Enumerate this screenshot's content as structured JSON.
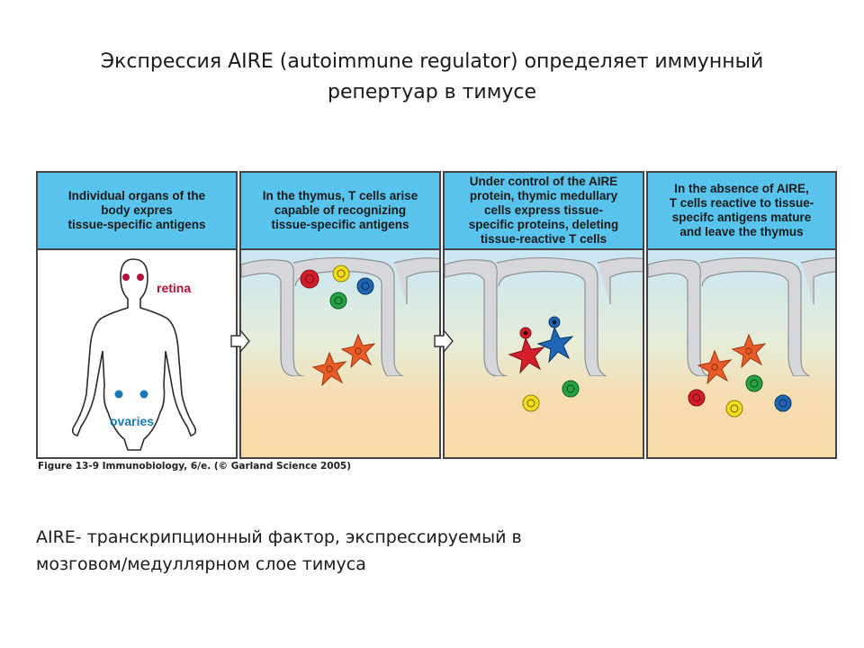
{
  "slide": {
    "title_line1": "Экспрессия AIRE (autoimmune regulator) определяет иммунный",
    "title_line2": "репертуар в тимусе",
    "bottom_line1": "AIRE- транскрипционный фактор, экспрессируемый в",
    "bottom_line2": "мозговом/медуллярном слое тимуса"
  },
  "figure": {
    "panels": [
      {
        "header": "Individual organs of the\nbody expres\ntissue-specific antigens"
      },
      {
        "header": "In the thymus, T cells arise\ncapable of recognizing\ntissue-specific antigens"
      },
      {
        "header": "Under control of the AIRE\nprotein, thymic medullary\ncells express tissue-\nspecific proteins, deleting\ntissue-reactive T cells"
      },
      {
        "header": "In the absence of AIRE,\nT cells reactive to tissue-\nspecifc antigens mature\nand leave the thymus"
      }
    ],
    "labels": {
      "retina": "retina",
      "ovaries": "ovaries"
    },
    "caption": "Figure 13-9 Immunobiology, 6/e. (© Garland Science 2005)"
  },
  "colors": {
    "header_blue": "#58c3ec",
    "tissue_top": "#cde6f2",
    "tissue_bottom": "#f7dcaa",
    "epithelial_gray": "#d5d7da",
    "tcell_red": "#d21f2b",
    "tcell_yellow": "#f2dc1e",
    "tcell_blue": "#1f66b5",
    "tcell_green": "#26a243",
    "stellate_orange": "#e85c27",
    "retina_red": "#b3123b",
    "ovaries_blue": "#1a79b5"
  },
  "icons": {
    "arrow": "right-arrow-icon",
    "body": "human-body-outline-icon"
  }
}
